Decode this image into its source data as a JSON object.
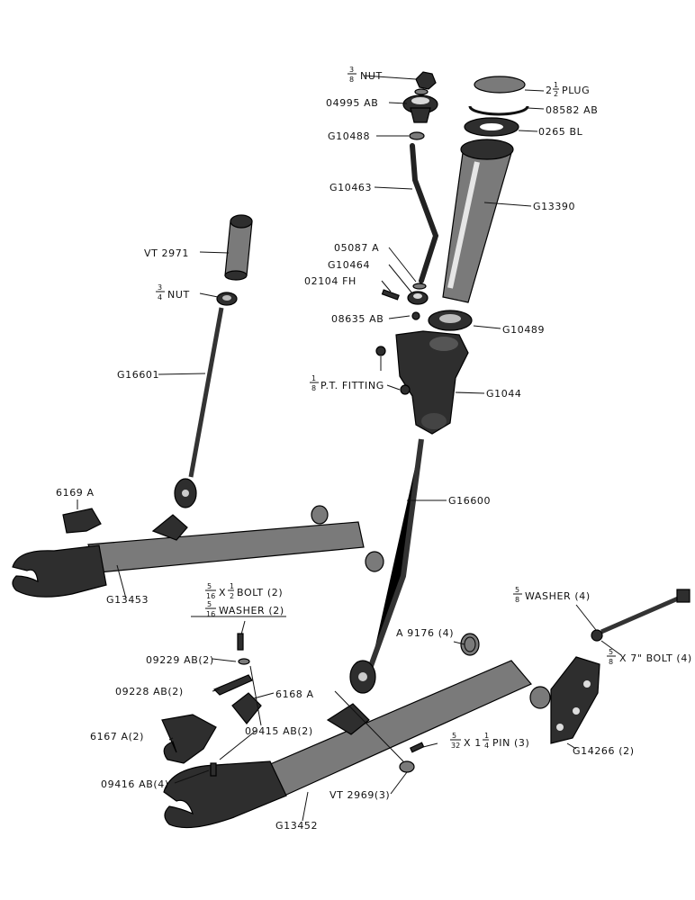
{
  "labels": {
    "nut_38_num": "3",
    "nut_38_den": "8",
    "nut_38_text": "NUT",
    "part_04995": "04995 AB",
    "part_g10488": "G10488",
    "part_g10463": "G10463",
    "plug_whole": "2",
    "plug_num": "1",
    "plug_den": "2",
    "plug_text": "PLUG",
    "part_08582": "08582 AB",
    "part_0265": "0265 BL",
    "part_g13390": "G13390",
    "part_vt2971": "VT 2971",
    "nut_34_num": "3",
    "nut_34_den": "4",
    "nut_34_text": "NUT",
    "part_05087": "05087 A",
    "part_g10464": "G10464",
    "part_02104": "02104 FH",
    "part_08635": "08635 AB",
    "part_g10489": "G10489",
    "fitting_num": "1",
    "fitting_den": "8",
    "fitting_text": "P.T. FITTING",
    "part_g1044": "G1044",
    "part_g16601": "G16601",
    "part_6169": "6169 A",
    "part_g16600": "G16600",
    "part_g13453": "G13453",
    "bolt_516_num": "5",
    "bolt_516_den": "16",
    "bolt_516_x": "X",
    "bolt_516_len_num": "1",
    "bolt_516_len_den": "2",
    "bolt_516_text": "BOLT (2)",
    "washer_516_num": "5",
    "washer_516_den": "16",
    "washer_516_text": "WASHER (2)",
    "washer_58_num": "5",
    "washer_58_den": "8",
    "washer_58_text": "WASHER (4)",
    "part_a9176": "A 9176 (4)",
    "bolt_58_num": "5",
    "bolt_58_den": "8",
    "bolt_58_text": "X 7\" BOLT (4)",
    "part_09229": "09229 AB(2)",
    "part_09228": "09228 AB(2)",
    "part_6168": "6168 A",
    "part_6167": "6167 A(2)",
    "part_09415": "09415 AB(2)",
    "pin_num": "5",
    "pin_den": "32",
    "pin_x": "X 1",
    "pin_len_num": "1",
    "pin_len_den": "4",
    "pin_text": "PIN (3)",
    "part_g14266": "G14266 (2)",
    "part_09416": "09416 AB(4)",
    "part_vt2969": "VT 2969(3)",
    "part_g13452": "G13452"
  }
}
